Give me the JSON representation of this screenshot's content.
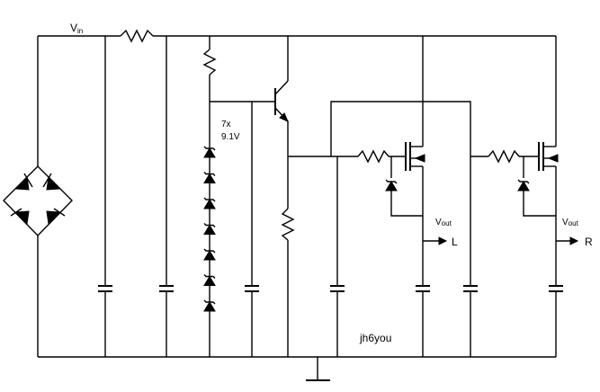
{
  "labels": {
    "vin_main": "V",
    "vin_sub": "in",
    "zener_count": "7x",
    "zener_voltage": "9.1V",
    "vout_left_main": "V",
    "vout_left_sub": "out",
    "vout_right_main": "V",
    "vout_right_sub": "out",
    "output_left": "L",
    "output_right": "R",
    "watermark": "jh6you"
  },
  "colors": {
    "wire": "#000000",
    "background": "#ffffff"
  }
}
